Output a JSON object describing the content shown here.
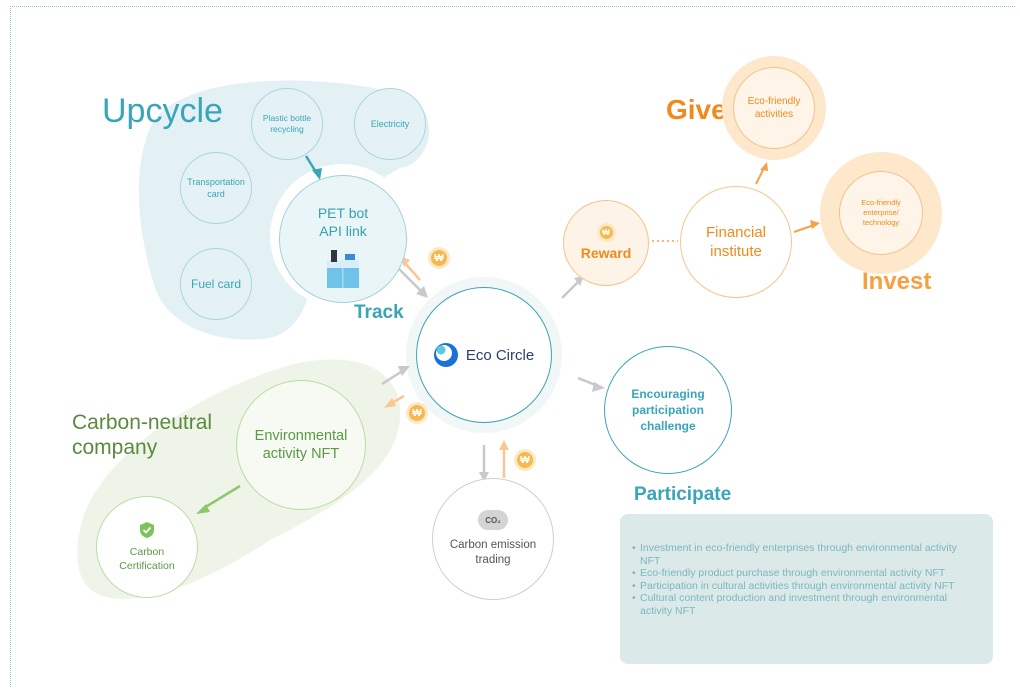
{
  "labels": {
    "upcycle": "Upcycle",
    "give": "Give",
    "invest": "Invest",
    "track": "Track",
    "carbon_neutral": "Carbon-neutral company",
    "participate": "Participate"
  },
  "nodes": {
    "plastic": "Plastic bottle recycling",
    "electricity": "Electricity",
    "transportation": "Transportation card",
    "fuel": "Fuel card",
    "petbot": "PET bot API link",
    "eco_circle": "Eco Circle",
    "reward": "Reward",
    "financial": "Financial institute",
    "eco_activities": "Eco-friendly activities",
    "eco_enterprise": "Eco-friendly enterprise/ technology",
    "encouraging": "Encouraging participation challenge",
    "env_nft": "Environmental activity NFT",
    "carbon_cert": "Carbon Certification",
    "carbon_trading": "Carbon emission trading",
    "co2": "CO₂"
  },
  "coin_symbol": "₩",
  "participate_list": [
    "Investment in eco-friendly enterprises through environmental activity NFT",
    "Eco-friendly product purchase through environmental activity NFT",
    "Participation in cultural activities through environmental activity NFT",
    "Cultural content production and investment through environmental activity NFT"
  ],
  "colors": {
    "teal": "#3aa4b8",
    "orange": "#f08a1c",
    "green": "#5a9a45",
    "navy": "#2c3e70"
  }
}
